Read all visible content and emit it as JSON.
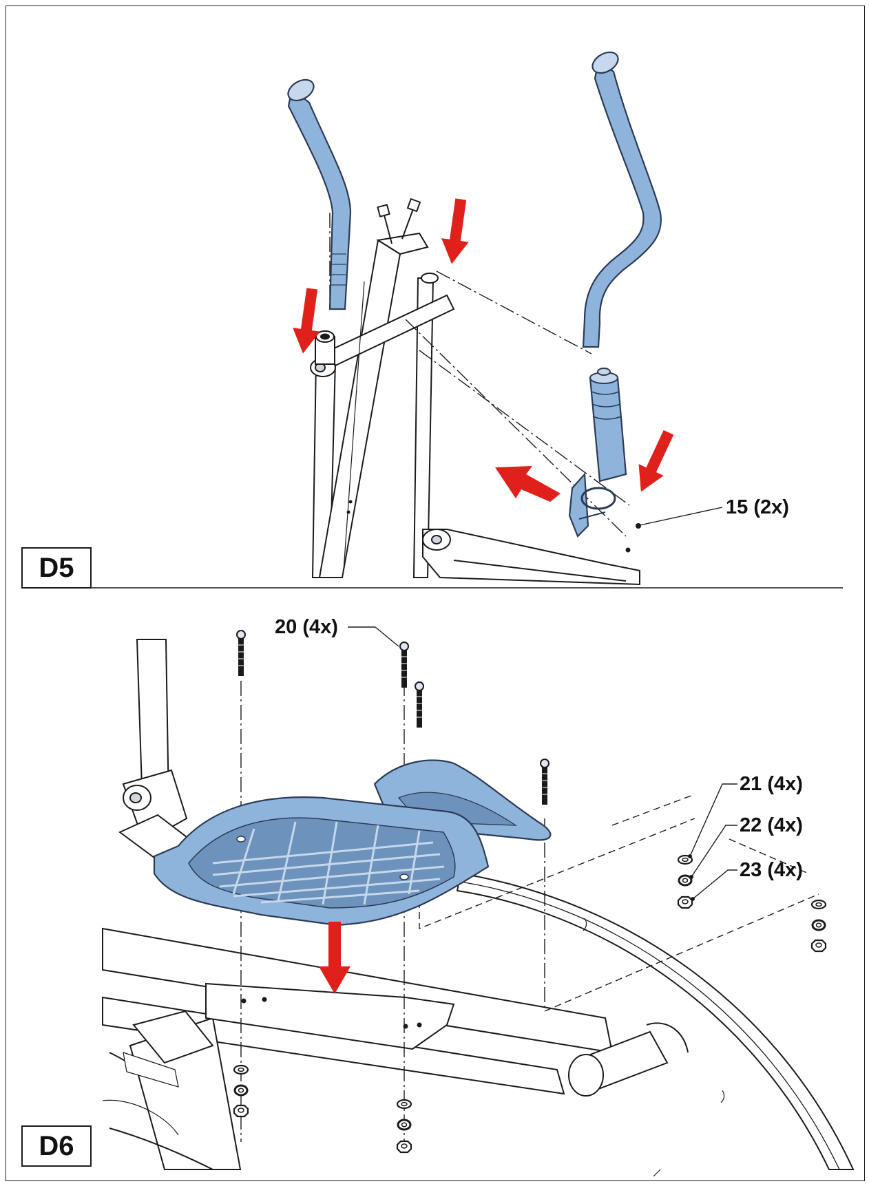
{
  "steps": [
    {
      "id": "D5",
      "callouts": [
        {
          "part": "15",
          "qty": "(2x)",
          "text": "15 (2x)"
        }
      ]
    },
    {
      "id": "D6",
      "callouts": [
        {
          "part": "20",
          "qty": "(4x)",
          "text": "20 (4x)"
        },
        {
          "part": "21",
          "qty": "(4x)",
          "text": "21 (4x)"
        },
        {
          "part": "22",
          "qty": "(4x)",
          "text": "22 (4x)"
        },
        {
          "part": "23",
          "qty": "(4x)",
          "text": "23 (4x)"
        }
      ]
    }
  ],
  "colors": {
    "part_highlight": "#8fb4dc",
    "part_outline": "#2b3a55",
    "arrow": "#e0201b",
    "line": "#1a1a1a"
  },
  "icons": [
    "direction-arrow-icon",
    "bolt-icon",
    "washer-icon",
    "nut-icon"
  ]
}
